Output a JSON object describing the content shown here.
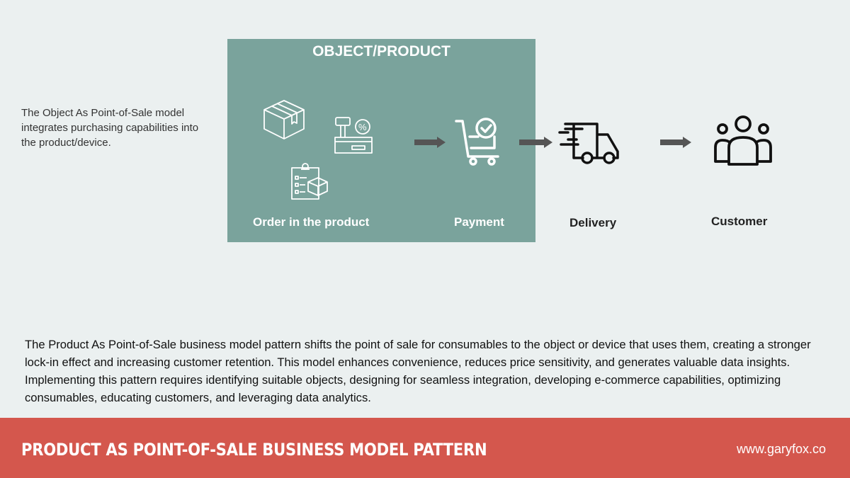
{
  "intro_text": "The Object As Point-of-Sale model integrates purchasing capabilities into the product/device.",
  "box": {
    "title": "OBJECT/PRODUCT",
    "order_label": "Order in the product",
    "payment_label": "Payment"
  },
  "delivery_label": "Delivery",
  "customer_label": "Customer",
  "description": "The Product As Point-of-Sale business model pattern shifts the point of sale for consumables to the object or device that uses them, creating a stronger lock-in effect and increasing customer retention. This model enhances convenience, reduces price sensitivity, and generates valuable data insights. Implementing this pattern requires identifying suitable objects, designing for seamless integration, developing e-commerce capabilities, optimizing consumables, educating customers, and leveraging data analytics.",
  "footer": {
    "title": "PRODUCT AS POINT-OF-SALE BUSINESS MODEL PATTERN",
    "url": "www.garyfox.co"
  },
  "colors": {
    "background": "#ebf0f0",
    "box": "#7aa39c",
    "footer": "#d4574d",
    "arrow": "#555555"
  }
}
